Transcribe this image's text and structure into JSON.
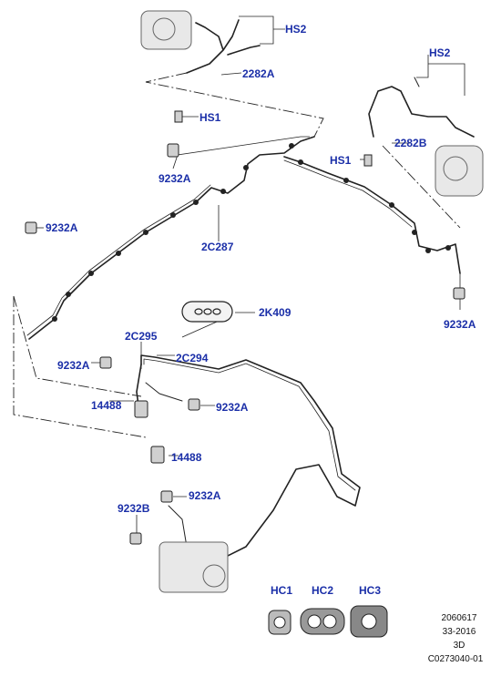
{
  "labels": {
    "hs2_top": "HS2",
    "c2282a": "2282A",
    "hs1_left": "HS1",
    "hs2_right": "HS2",
    "c9232a_upper": "9232A",
    "c2282b": "2282B",
    "hs1_right": "HS1",
    "c9232a_left": "9232A",
    "c2c287": "2C287",
    "c9232a_right": "9232A",
    "c2k409": "2K409",
    "c2c295": "2C295",
    "c2c294": "2C294",
    "c9232a_mid": "9232A",
    "c14488_a": "14488",
    "c9232a_midright": "9232A",
    "c14488_b": "14488",
    "c9232b": "9232B",
    "c9232a_low": "9232A",
    "hc1": "HC1",
    "hc2": "HC2",
    "hc3": "HC3"
  },
  "footer": {
    "line1": "2060617",
    "line2": "33-2016",
    "line3": "3D",
    "line4": "C0273040-01"
  },
  "colors": {
    "label": "#1b2fa8",
    "line": "#222222",
    "part": "#666666"
  }
}
